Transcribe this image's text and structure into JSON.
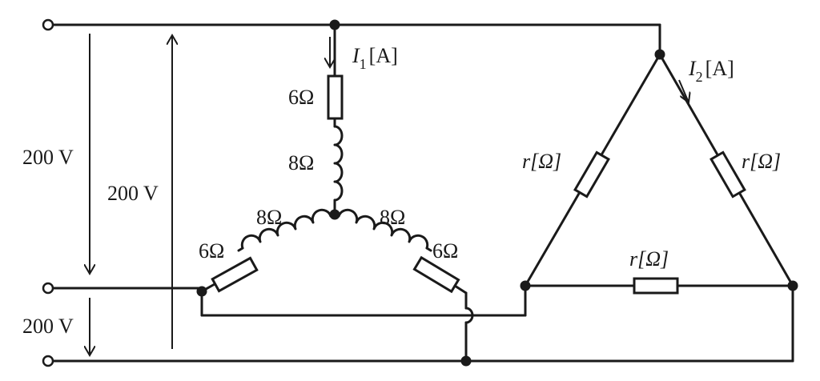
{
  "voltages": {
    "v_top_middle": "200 V",
    "v_top_bottom": "200 V",
    "v_middle_bottom": "200 V"
  },
  "star_load": {
    "current_symbol": "I",
    "current_subscript": "1",
    "current_unit": "[A]",
    "r_top": "6Ω",
    "x_top": "8Ω",
    "r_left": "6Ω",
    "x_left": "8Ω",
    "r_right": "6Ω",
    "x_right": "8Ω"
  },
  "delta_load": {
    "current_symbol": "I",
    "current_subscript": "2",
    "current_unit": "[A]",
    "r_left": "r[Ω]",
    "r_right": "r[Ω]",
    "r_bottom": "r[Ω]"
  }
}
